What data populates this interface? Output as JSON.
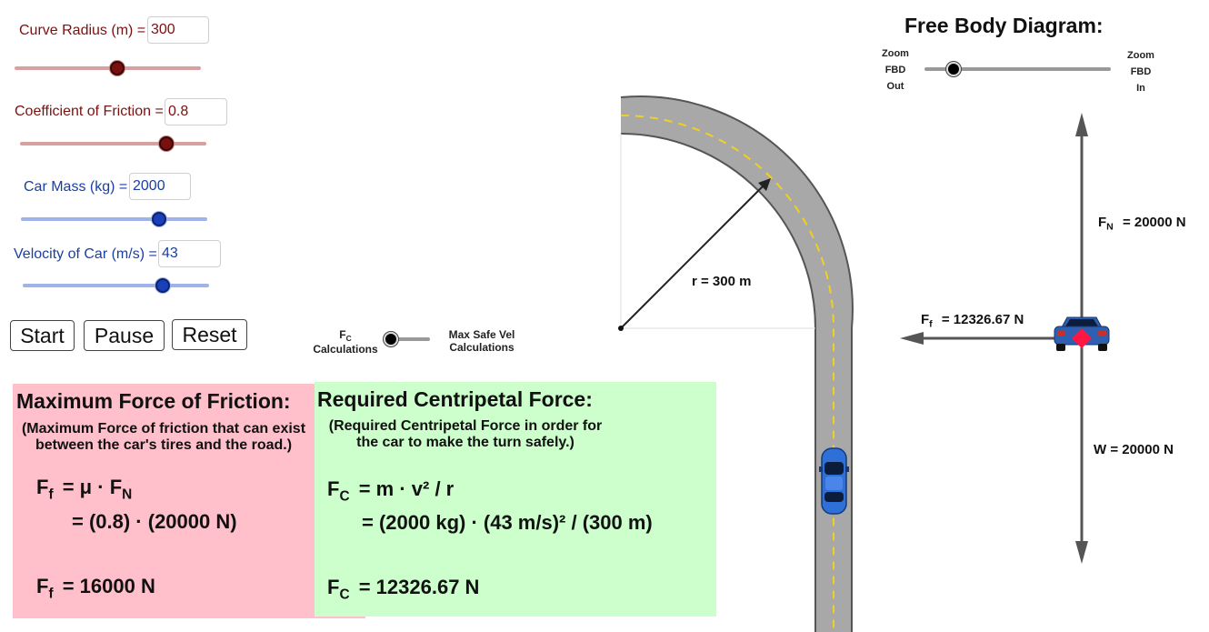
{
  "controls": {
    "radius": {
      "label": "Curve Radius (m) =",
      "value": "300",
      "slider_fraction": 0.55
    },
    "friction": {
      "label": "Coefficient of Friction =",
      "value": "0.8",
      "slider_fraction": 0.79
    },
    "mass": {
      "label": "Car Mass (kg) =",
      "value": "2000",
      "slider_fraction": 0.75
    },
    "velocity": {
      "label": "Velocity of Car (m/s) =",
      "value": "43",
      "slider_fraction": 0.75
    }
  },
  "buttons": {
    "start": "Start",
    "pause": "Pause",
    "reset": "Reset"
  },
  "toggle": {
    "left_main": "F",
    "left_sub": "C",
    "left_line2": "Calculations",
    "right_line1": "Max Safe Vel",
    "right_line2": "Calculations",
    "state_fraction": 0.0
  },
  "friction_panel": {
    "title": "Maximum Force of Friction:",
    "desc_line1": "(Maximum Force of friction that can exist",
    "desc_line2": "between the car's tires and the road.)",
    "eq1_lhs": "F",
    "eq1_lhs_sub": "f",
    "eq1_rhs": "=  μ · F",
    "eq1_rhs_sub": "N",
    "eq2": "=  (0.8) · (20000 N)",
    "result_lhs": "F",
    "result_lhs_sub": "f",
    "result_rhs": "=  16000  N"
  },
  "centripetal_panel": {
    "title": "Required Centripetal Force:",
    "desc_line1": "(Required Centripetal Force in order for",
    "desc_line2": "the car to make the turn safely.)",
    "eq1_lhs": "F",
    "eq1_lhs_sub": "C",
    "eq1_rhs": "=  m · v²  /  r",
    "eq2": "=  (2000  kg) · (43 m/s)² / (300 m)",
    "result_lhs": "F",
    "result_lhs_sub": "C",
    "result_rhs": "=  12326.67 N"
  },
  "road": {
    "radius_label": "r  =  300 m",
    "road_color": "#a8a8a8",
    "edge_color": "#555555",
    "centerline_color": "#f0d020",
    "car_color": "#2f6fd8"
  },
  "fbd": {
    "title": "Free Body Diagram:",
    "zoom_out": [
      "Zoom",
      "FBD",
      "Out"
    ],
    "zoom_in": [
      "Zoom",
      "FBD",
      "In"
    ],
    "zoom_fraction": 0.16,
    "fn_main": "F",
    "fn_sub": "N",
    "fn_value": "=  20000 N",
    "ff_main": "F",
    "ff_sub": "f",
    "ff_value": "=  12326.67 N",
    "w_label": "W  =  20000  N",
    "car_color": "#2f5fb0",
    "point_color": "#ff1744"
  },
  "colors": {
    "red_text": "#7a1010",
    "blue_text": "#1a3fa0",
    "red_panel": "#ffc0cb",
    "green_panel": "#ccffcc"
  }
}
